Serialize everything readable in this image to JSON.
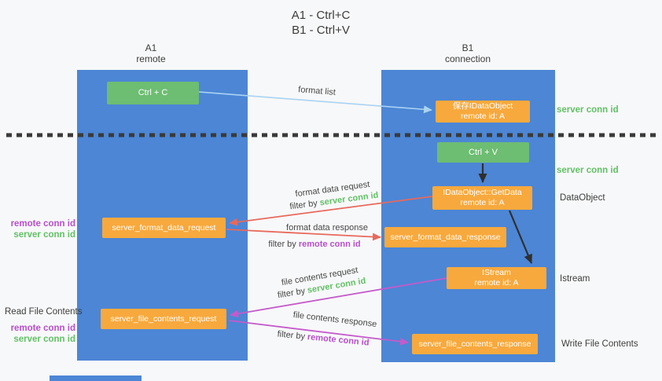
{
  "title": {
    "line1": "A1 - Ctrl+C",
    "line2": "B1 - Ctrl+V"
  },
  "columns": {
    "a1": {
      "name": "A1",
      "subtitle": "remote"
    },
    "b1": {
      "name": "B1",
      "subtitle": "connection"
    }
  },
  "nodes": {
    "ctrl_c": {
      "label": "Ctrl + C"
    },
    "save_dataobject": {
      "line1": "保存IDataObject",
      "line2": "remote id: A"
    },
    "ctrl_v": {
      "label": "Ctrl + V"
    },
    "getdata": {
      "line1": "IDataObject::GetData",
      "line2": "remote id: A"
    },
    "server_format_data_request": {
      "label": "server_format_data_request"
    },
    "server_format_data_response": {
      "label": "server_format_data_response"
    },
    "istream": {
      "line1": "IStream",
      "line2": "remote id: A"
    },
    "server_file_contents_request": {
      "label": "server_file_contents_request"
    },
    "server_file_contents_response": {
      "label": "server_file_contents_response"
    }
  },
  "edge_labels": {
    "format_list": "format list",
    "format_data_request": "format data request",
    "format_data_response": "format data response",
    "file_contents_request": "file contents request",
    "file_contents_response": "file contents response",
    "filter_by": "filter by",
    "server_conn_id": "server conn id",
    "remote_conn_id": "remote conn id"
  },
  "side_labels": {
    "server_conn_id": "server conn id",
    "remote_conn_id": "remote conn id",
    "dataobject": "DataObject",
    "istream": "Istream",
    "read_file_contents": "Read File Contents",
    "write_file_contents": "Write File Contents"
  },
  "colors": {
    "background": "#f7f8f9",
    "column_blue": "#4c86d5",
    "node_green": "#6dbd72",
    "node_orange": "#f7a93d",
    "arrow_light_blue": "#a9d3f2",
    "arrow_red": "#e8695b",
    "arrow_magenta": "#c45bcb",
    "arrow_black": "#2f2f2f",
    "divider_black": "#3a3a3a",
    "text_green": "#62c066",
    "text_purple": "#b650c8",
    "text_dark": "#3d3d3d"
  }
}
